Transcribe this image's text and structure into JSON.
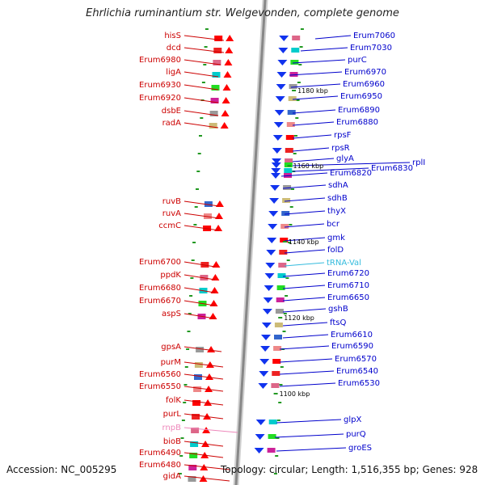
{
  "title": "Ehrlichia ruminantium str. Welgevonden, complete genome",
  "footer": {
    "accession": "Accession: NC_005295",
    "summary": "Topology: circular; Length: 1,516,355 bp; Genes: 928"
  },
  "colors": {
    "forward_label": "#cc0000",
    "reverse_label": "#0000cc",
    "rna_label": "#33bbdd",
    "rrna_label": "#ee88bb",
    "backbone": "#888888",
    "tick": "#229922"
  },
  "scale_marks": [
    "1180 kbp",
    "1160 kbp",
    "1140 kbp",
    "1120 kbp",
    "1100 kbp"
  ],
  "forward_genes": [
    {
      "name": "hisS",
      "kind": "cds"
    },
    {
      "name": "dcd",
      "kind": "cds"
    },
    {
      "name": "Erum6980",
      "kind": "cds"
    },
    {
      "name": "ligA",
      "kind": "cds"
    },
    {
      "name": "Erum6930",
      "kind": "cds"
    },
    {
      "name": "Erum6920",
      "kind": "cds"
    },
    {
      "name": "dsbE",
      "kind": "cds"
    },
    {
      "name": "radA",
      "kind": "cds"
    },
    {
      "name": "ruvB",
      "kind": "cds"
    },
    {
      "name": "ruvA",
      "kind": "cds"
    },
    {
      "name": "ccmC",
      "kind": "cds"
    },
    {
      "name": "Erum6700",
      "kind": "cds"
    },
    {
      "name": "ppdK",
      "kind": "cds"
    },
    {
      "name": "Erum6680",
      "kind": "cds"
    },
    {
      "name": "Erum6670",
      "kind": "cds"
    },
    {
      "name": "aspS",
      "kind": "cds"
    },
    {
      "name": "gpsA",
      "kind": "cds"
    },
    {
      "name": "purM",
      "kind": "cds"
    },
    {
      "name": "Erum6560",
      "kind": "cds"
    },
    {
      "name": "Erum6550",
      "kind": "cds"
    },
    {
      "name": "folK",
      "kind": "cds"
    },
    {
      "name": "purL",
      "kind": "cds"
    },
    {
      "name": "rnpB",
      "kind": "rna"
    },
    {
      "name": "bioB",
      "kind": "cds"
    },
    {
      "name": "Erum6490",
      "kind": "cds"
    },
    {
      "name": "Erum6480",
      "kind": "cds"
    },
    {
      "name": "gidA",
      "kind": "cds"
    }
  ],
  "reverse_genes": [
    {
      "name": "Erum7060",
      "kind": "cds"
    },
    {
      "name": "Erum7030",
      "kind": "cds"
    },
    {
      "name": "purC",
      "kind": "cds"
    },
    {
      "name": "Erum6970",
      "kind": "cds"
    },
    {
      "name": "Erum6960",
      "kind": "cds"
    },
    {
      "name": "Erum6950",
      "kind": "cds"
    },
    {
      "name": "Erum6890",
      "kind": "cds"
    },
    {
      "name": "Erum6880",
      "kind": "cds"
    },
    {
      "name": "rpsF",
      "kind": "cds"
    },
    {
      "name": "rpsR",
      "kind": "cds"
    },
    {
      "name": "glyA",
      "kind": "cds"
    },
    {
      "name": "Erum6830",
      "kind": "cds"
    },
    {
      "name": "rplI",
      "kind": "cds"
    },
    {
      "name": "Erum6820",
      "kind": "cds"
    },
    {
      "name": "sdhA",
      "kind": "cds"
    },
    {
      "name": "sdhB",
      "kind": "cds"
    },
    {
      "name": "thyX",
      "kind": "cds"
    },
    {
      "name": "bcr",
      "kind": "cds"
    },
    {
      "name": "gmk",
      "kind": "cds"
    },
    {
      "name": "folD",
      "kind": "cds"
    },
    {
      "name": "tRNA-Val",
      "kind": "trna"
    },
    {
      "name": "Erum6720",
      "kind": "cds"
    },
    {
      "name": "Erum6710",
      "kind": "cds"
    },
    {
      "name": "Erum6650",
      "kind": "cds"
    },
    {
      "name": "gshB",
      "kind": "cds"
    },
    {
      "name": "ftsQ",
      "kind": "cds"
    },
    {
      "name": "Erum6610",
      "kind": "cds"
    },
    {
      "name": "Erum6590",
      "kind": "cds"
    },
    {
      "name": "Erum6570",
      "kind": "cds"
    },
    {
      "name": "Erum6540",
      "kind": "cds"
    },
    {
      "name": "Erum6530",
      "kind": "cds"
    },
    {
      "name": "glpX",
      "kind": "cds"
    },
    {
      "name": "purQ",
      "kind": "cds"
    },
    {
      "name": "groES",
      "kind": "cds"
    }
  ]
}
